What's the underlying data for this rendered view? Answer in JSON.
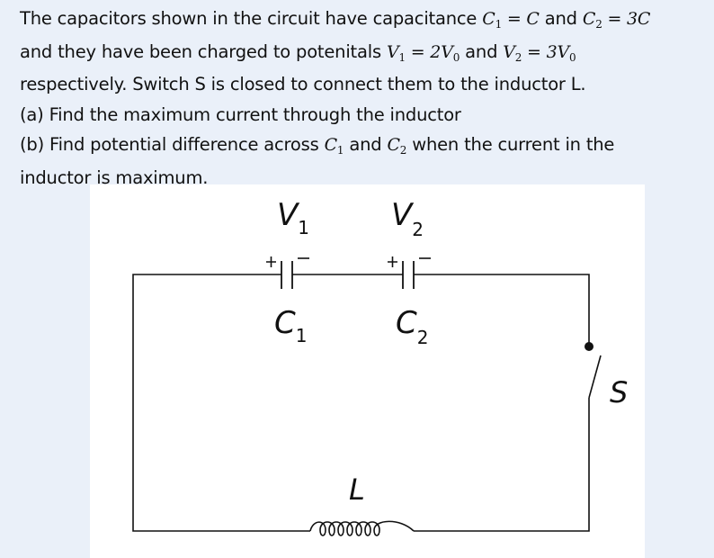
{
  "problem": {
    "line1": {
      "t1": "The capacitors shown in the circuit have capacitance ",
      "m1_var": "C",
      "m1_sub": "1",
      "m1_rest": " = C",
      "t2": " and ",
      "m2_var": "C",
      "m2_sub": "2",
      "m2_rest": " = 3C"
    },
    "line2": {
      "t1": "and they have been charged to potenitals ",
      "m1_var": "V",
      "m1_sub": "1",
      "m1_rest": " = 2V",
      "m1_sub2": "0",
      "t2": " and ",
      "m2_var": "V",
      "m2_sub": "2",
      "m2_rest": " = 3V",
      "m2_sub2": "0"
    },
    "line3": "respectively. Switch S is closed to connect them to the inductor L.",
    "line4": "(a) Find the maximum current through the inductor",
    "line5": {
      "t1": "(b) Find potential difference across ",
      "m1_var": "C",
      "m1_sub": "1",
      "t2": " and ",
      "m2_var": "C",
      "m2_sub": "2",
      "t3": " when the current in the"
    },
    "line6": "inductor is maximum."
  },
  "circuit": {
    "v1": {
      "var": "V",
      "sub": "1"
    },
    "v2": {
      "var": "V",
      "sub": "2"
    },
    "c1": {
      "var": "C",
      "sub": "1"
    },
    "c2": {
      "var": "C",
      "sub": "2"
    },
    "plus": "+",
    "minus": "−",
    "inductor": "L",
    "switch": "S"
  }
}
